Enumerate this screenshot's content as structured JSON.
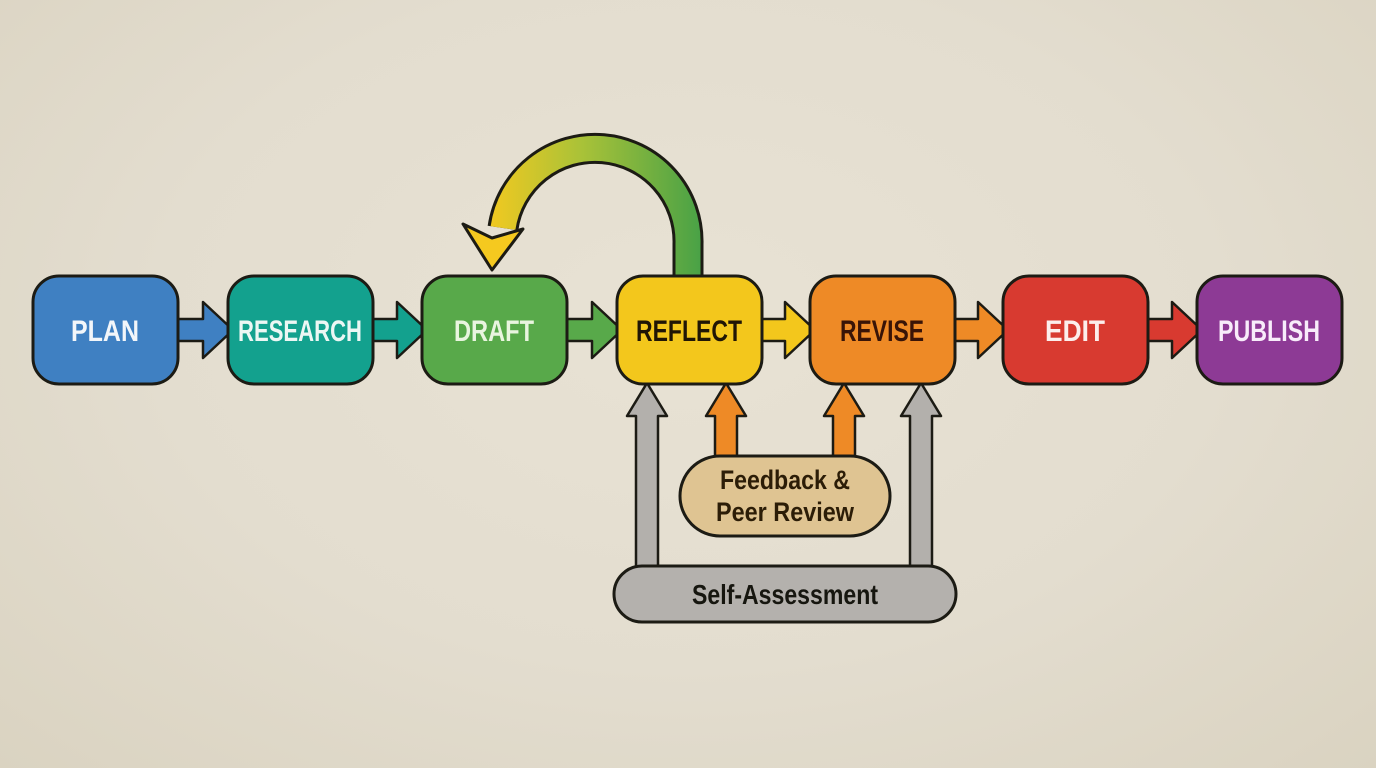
{
  "background_color": "#e3ddcf",
  "outline_color": "#1c1b14",
  "stages": [
    {
      "label": "PLAN",
      "color": "#3f80c2",
      "text_color": "#f2f6fa"
    },
    {
      "label": "RESEARCH",
      "color": "#13a18e",
      "text_color": "#ecf7f4"
    },
    {
      "label": "DRAFT",
      "color": "#58a94a",
      "text_color": "#e9f5df"
    },
    {
      "label": "REFLECT",
      "color": "#f3c71c",
      "text_color": "#201605"
    },
    {
      "label": "REVISE",
      "color": "#ee8a26",
      "text_color": "#391407"
    },
    {
      "label": "EDIT",
      "color": "#d83a30",
      "text_color": "#fceeec"
    },
    {
      "label": "PUBLISH",
      "color": "#8d3a95",
      "text_color": "#f8ecfa"
    }
  ],
  "connectors": [
    {
      "from": "PLAN",
      "to": "RESEARCH",
      "color": "#3f80c2"
    },
    {
      "from": "RESEARCH",
      "to": "DRAFT",
      "color": "#13a18e"
    },
    {
      "from": "DRAFT",
      "to": "REFLECT",
      "color": "#58a94a"
    },
    {
      "from": "REFLECT",
      "to": "REVISE",
      "color": "#f3c71c"
    },
    {
      "from": "REVISE",
      "to": "EDIT",
      "color": "#ee8a26"
    },
    {
      "from": "EDIT",
      "to": "PUBLISH",
      "color": "#d83a30"
    }
  ],
  "loop_arrow": {
    "from": "REFLECT",
    "to": "DRAFT",
    "start_color": "#4aa246",
    "mid_color": "#a9c238",
    "end_color": "#f5c91f"
  },
  "feedback": {
    "label_line1": "Feedback &",
    "label_line2": "Peer Review",
    "fill": "#dfc492",
    "text_color": "#2c1d07",
    "arrow_color": "#ee8a26",
    "targets": [
      "REFLECT",
      "REVISE"
    ]
  },
  "self_assessment": {
    "label": "Self-Assessment",
    "fill": "#b4b1ad",
    "text_color": "#16160f",
    "arrow_color": "#b3b0ac",
    "targets": [
      "REFLECT",
      "REVISE"
    ]
  }
}
